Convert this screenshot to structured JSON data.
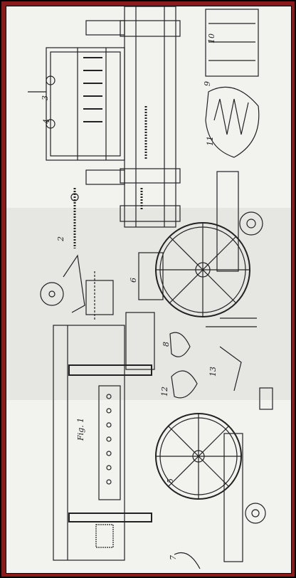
{
  "plate": {
    "kind": "engraved technical drawing of textile machinery (rotated 90°)",
    "frame_color": "#8b1a1a",
    "paper_color": "#f2f2ef",
    "ink_color": "#222222",
    "figure_labels": [
      {
        "id": "fig1",
        "text": "Fig. 1"
      },
      {
        "id": "n2",
        "text": "2"
      },
      {
        "id": "n3",
        "text": "3"
      },
      {
        "id": "n4",
        "text": "4"
      },
      {
        "id": "n5",
        "text": "5"
      },
      {
        "id": "n6",
        "text": "6"
      },
      {
        "id": "n7",
        "text": "7"
      },
      {
        "id": "n8",
        "text": "8"
      },
      {
        "id": "n9",
        "text": "9"
      },
      {
        "id": "n10",
        "text": "10"
      },
      {
        "id": "n11",
        "text": "11"
      },
      {
        "id": "n12",
        "text": "12"
      },
      {
        "id": "n13",
        "text": "13"
      }
    ]
  }
}
